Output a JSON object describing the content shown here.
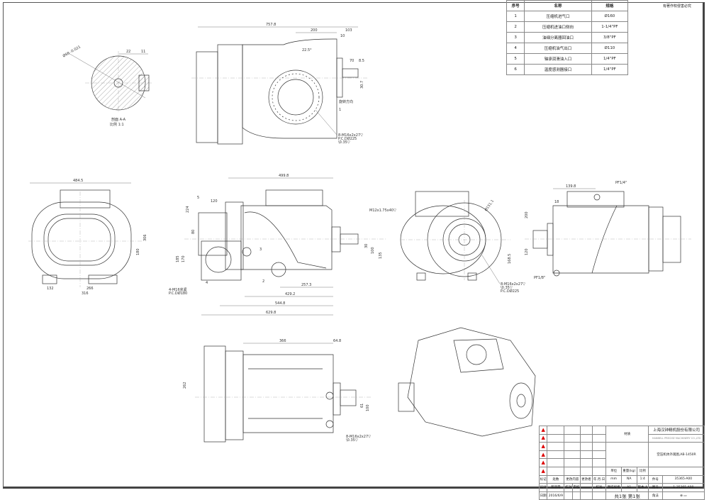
{
  "copyright": "有著作权侵害必究",
  "ports_table": {
    "headers": [
      "序号",
      "名称",
      "规格"
    ],
    "rows": [
      [
        "1",
        "压缩机进气口",
        "Ø160"
      ],
      [
        "2",
        "压缩机进油口侧向",
        "1-1/4\"PF"
      ],
      [
        "3",
        "油细分离器回油口",
        "3/8\"PF"
      ],
      [
        "4",
        "压缩机油气出口",
        "Ø110"
      ],
      [
        "5",
        "轴承润滑油入口",
        "1/4\"PF"
      ],
      [
        "6",
        "温度感测器接口",
        "1/4\"PF"
      ]
    ]
  },
  "section": {
    "title": "剖面 A-A",
    "scale": "比例 1:1",
    "d1": "22",
    "d2": "11",
    "d3": "Ø60 -0.021"
  },
  "top_view": {
    "overall": "757.8",
    "d200": "200",
    "d103": "103",
    "d10": "10",
    "d70": "70",
    "d8": "8.5",
    "angle": "22.5°",
    "h": "30.7",
    "note1": "旋转方向",
    "note2": "8-M16x2x27▽",
    "note3": "P.C.DØ225",
    "note4": "\\0.35▽",
    "label1": "1"
  },
  "left_view": {
    "w": "484.5",
    "d132": "132",
    "d266": "266",
    "d316": "316",
    "h306": "306",
    "h180": "180"
  },
  "front_view": {
    "w": "499.8",
    "d120": "120",
    "d224": "224",
    "d80": "80",
    "d185": "185",
    "d170": "170",
    "d30": "30",
    "d100": "100",
    "d135": "135",
    "d257": "257.3",
    "d429": "429.2",
    "d544": "544.8",
    "d629": "629.8",
    "thread": "M12x1.75x40▽",
    "flange1": "4-M16夹紧",
    "flange2": "P.C.DØ180",
    "n5": "5",
    "n3": "3",
    "n4": "4",
    "n2": "2"
  },
  "end_view": {
    "dia": "Ø151.1",
    "h": "168.5",
    "n1": "8-M16x2x27▽",
    "n2": "\\0.35▽",
    "n3": "P.C.DØ225"
  },
  "right_view": {
    "w": "139.8",
    "d18": "18",
    "h200": "200",
    "h120": "120",
    "pf1": "PF1/4\"",
    "pf2": "PF1/8\""
  },
  "bottom_view": {
    "w": "366",
    "d64": "64.8",
    "h262": "262",
    "d61": "61",
    "d100": "100",
    "n1": "8-M16x2x27▽",
    "n2": "\\0.35▽"
  },
  "title_block": {
    "material_label": "材质",
    "company": "上海汉钟精机股份有限公司",
    "company_en": "HANBELL PRECISE MACHINERY CO.,LTD",
    "drawing_title": "空压机体外观图,AB-1450R",
    "rev_headers": [
      "标记",
      "处数",
      "更改内容",
      "更改者",
      "年.月.日"
    ],
    "unit_label": "单位",
    "unit": "mm",
    "weight_label": "重量(kg)",
    "weight": "NA",
    "scale_label": "比例",
    "scale": "1:4",
    "design_label": "设计",
    "designer": "蔡丽霞",
    "check_label": "校对",
    "review_label": "审核",
    "approve_label": "核准",
    "paper_label": "图纸规格",
    "paper": "A1",
    "version_label": "版本",
    "version": "A",
    "part_label": "件号",
    "part": "35365-A00",
    "drawing_no_label": "图号",
    "drawing_no": "1-35365-A00",
    "date_label": "日期",
    "date": "2016/6/9",
    "sheets": "共1张 第1张",
    "projection_label": "角法"
  }
}
